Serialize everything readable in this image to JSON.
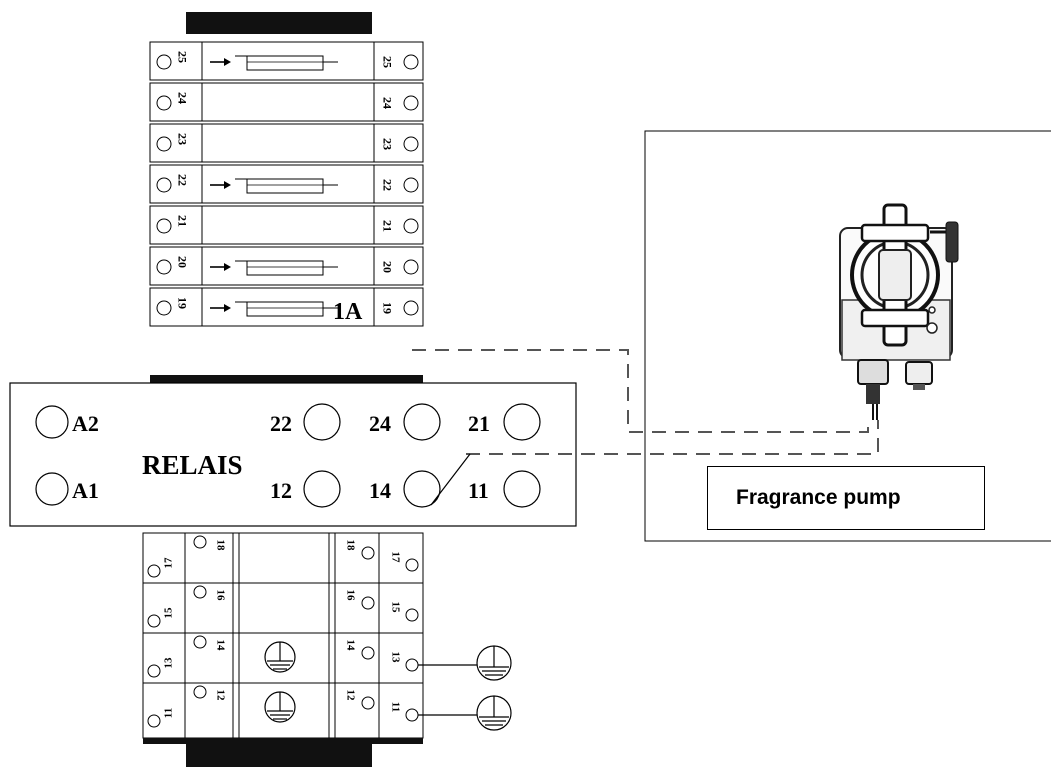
{
  "upper_terminals": [
    {
      "num": "25",
      "fuse": true,
      "fuse_label": ""
    },
    {
      "num": "24",
      "fuse": false,
      "fuse_label": ""
    },
    {
      "num": "23",
      "fuse": false,
      "fuse_label": ""
    },
    {
      "num": "22",
      "fuse": true,
      "fuse_label": ""
    },
    {
      "num": "21",
      "fuse": false,
      "fuse_label": ""
    },
    {
      "num": "20",
      "fuse": true,
      "fuse_label": ""
    },
    {
      "num": "19",
      "fuse": true,
      "fuse_label": "1A"
    }
  ],
  "relay": {
    "label": "RELAIS",
    "contacts": {
      "a2": "A2",
      "a1": "A1",
      "c22": "22",
      "c24": "24",
      "c21": "21",
      "c12": "12",
      "c14": "14",
      "c11": "11"
    }
  },
  "lower_terminals": [
    {
      "left": "17",
      "inner_left": "18",
      "inner_right": "18",
      "right": "17",
      "ground": false,
      "ext_ground": false
    },
    {
      "left": "15",
      "inner_left": "16",
      "inner_right": "16",
      "right": "15",
      "ground": false,
      "ext_ground": false
    },
    {
      "left": "13",
      "inner_left": "14",
      "inner_right": "14",
      "right": "13",
      "ground": true,
      "ext_ground": true
    },
    {
      "left": "11",
      "inner_left": "12",
      "inner_right": "12",
      "right": "11",
      "ground": true,
      "ext_ground": true
    }
  ],
  "pump": {
    "label": "Fragrance pump",
    "icon": "dosing-pump-icon"
  },
  "colors": {
    "line": "#000000",
    "wire": "#555555",
    "background": "#ffffff"
  }
}
